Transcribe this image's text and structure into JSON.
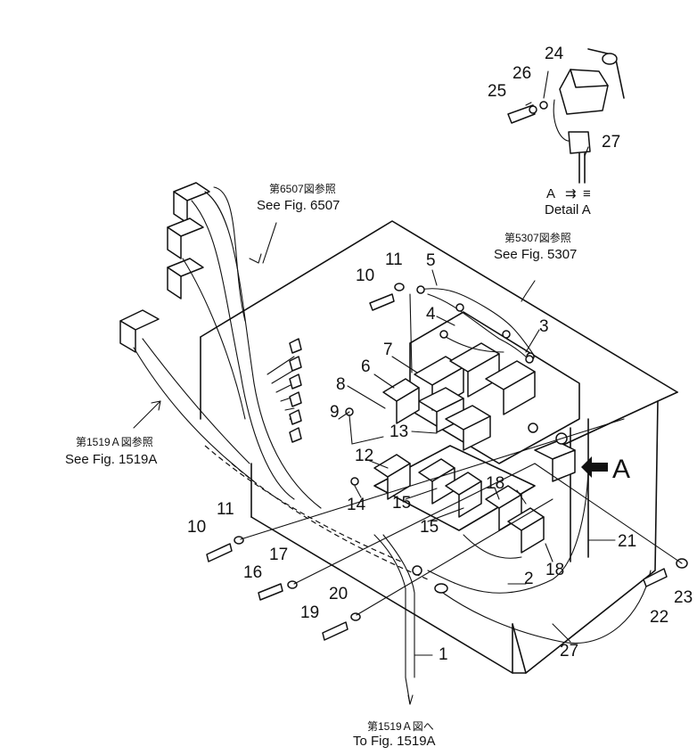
{
  "callouts": {
    "n1": "1",
    "n2": "2",
    "n3": "3",
    "n4": "4",
    "n5": "5",
    "n6": "6",
    "n7": "7",
    "n8": "8",
    "n9": "9",
    "n10a": "10",
    "n10b": "10",
    "n11a": "11",
    "n11b": "11",
    "n12": "12",
    "n13": "13",
    "n14": "14",
    "n15a": "15",
    "n15b": "15",
    "n16": "16",
    "n17": "17",
    "n18a": "18",
    "n18b": "18",
    "n19": "19",
    "n20": "20",
    "n21": "21",
    "n22": "22",
    "n23": "23",
    "n24": "24",
    "n25": "25",
    "n26": "26",
    "n27a": "27",
    "n27b": "27"
  },
  "references": {
    "fig6507_jp": "第6507図参照",
    "fig6507_en": "See Fig. 6507",
    "fig5307_jp": "第5307図参照",
    "fig5307_en": "See Fig. 5307",
    "fig1519a_jp": "第1519Ａ図参照",
    "fig1519a_en": "See Fig. 1519A",
    "to1519a_jp": "第1519Ａ図へ",
    "to1519a_en": "To Fig. 1519A"
  },
  "detail": {
    "view_marker": "A",
    "view_arrow": "A",
    "title": "Detail A"
  }
}
